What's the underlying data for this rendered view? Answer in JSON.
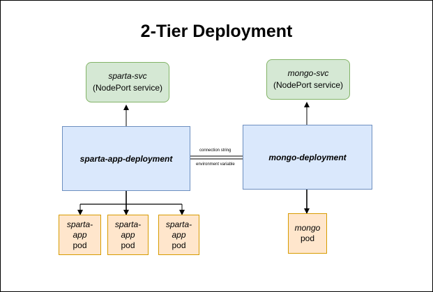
{
  "title": "2-Tier Deployment",
  "services": {
    "sparta_svc": {
      "name": "sparta-svc",
      "type": "(NodePort service)"
    },
    "mongo_svc": {
      "name": "mongo-svc",
      "type": "(NodePort service)"
    }
  },
  "deployments": {
    "sparta": "sparta-app-deployment",
    "mongo": "mongo-deployment"
  },
  "pods": {
    "sparta": [
      {
        "line1": "sparta-",
        "line2": "app",
        "line3": "pod"
      },
      {
        "line1": "sparta-",
        "line2": "app",
        "line3": "pod"
      },
      {
        "line1": "sparta-",
        "line2": "app",
        "line3": "pod"
      }
    ],
    "mongo": {
      "line1": "mongo",
      "line2": "pod"
    }
  },
  "connection": {
    "top_label": "connection string",
    "bottom_label": "environment variable"
  },
  "colors": {
    "service_fill": "#d5e8d4",
    "service_stroke": "#82b366",
    "deployment_fill": "#dae8fc",
    "deployment_stroke": "#6c8ebf",
    "pod_fill": "#ffe6cc",
    "pod_stroke": "#d79b00"
  }
}
